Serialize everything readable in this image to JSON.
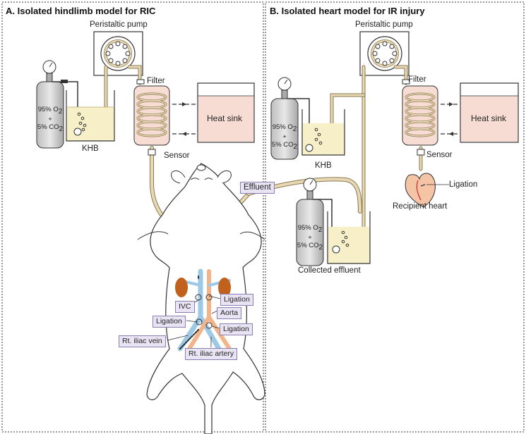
{
  "panel_a": {
    "title": "A. Isolated hindlimb model for RIC",
    "pump": "Peristaltic pump",
    "filter": "Filter",
    "heat_sink": "Heat sink",
    "buffer": "KHB",
    "sensor": "Sensor",
    "gas_o2": "95% O",
    "gas_sub": "2",
    "gas_plus": "+",
    "gas_co2": "5% CO",
    "effluent": "Effluent",
    "ivc": "IVC",
    "aorta": "Aorta",
    "ligation": "Ligation",
    "rt_iliac_vein": "Rt. iliac vein",
    "rt_iliac_artery": "Rt. iliac artery"
  },
  "panel_b": {
    "title": "B. Isolated heart model for IR injury",
    "pump": "Peristaltic pump",
    "filter": "Filter",
    "heat_sink": "Heat sink",
    "buffer": "KHB",
    "sensor": "Sensor",
    "ligation": "Ligation",
    "recipient_heart": "Recipient heart",
    "collected_effluent": "Collected effluent",
    "gas_o2": "95% O",
    "gas_sub": "2",
    "gas_plus": "+",
    "gas_co2": "5% CO"
  },
  "colors": {
    "tube": "#e8d9b5",
    "tube_edge": "#8a7650",
    "heater": "#f6dcd2",
    "buffer": "#f7efc8",
    "kidney": "#c0611d",
    "vein": "#9ec9e6",
    "artery": "#f2b48a",
    "label_fill": "#e9e4f3",
    "label_edge": "#8a7fb0"
  }
}
